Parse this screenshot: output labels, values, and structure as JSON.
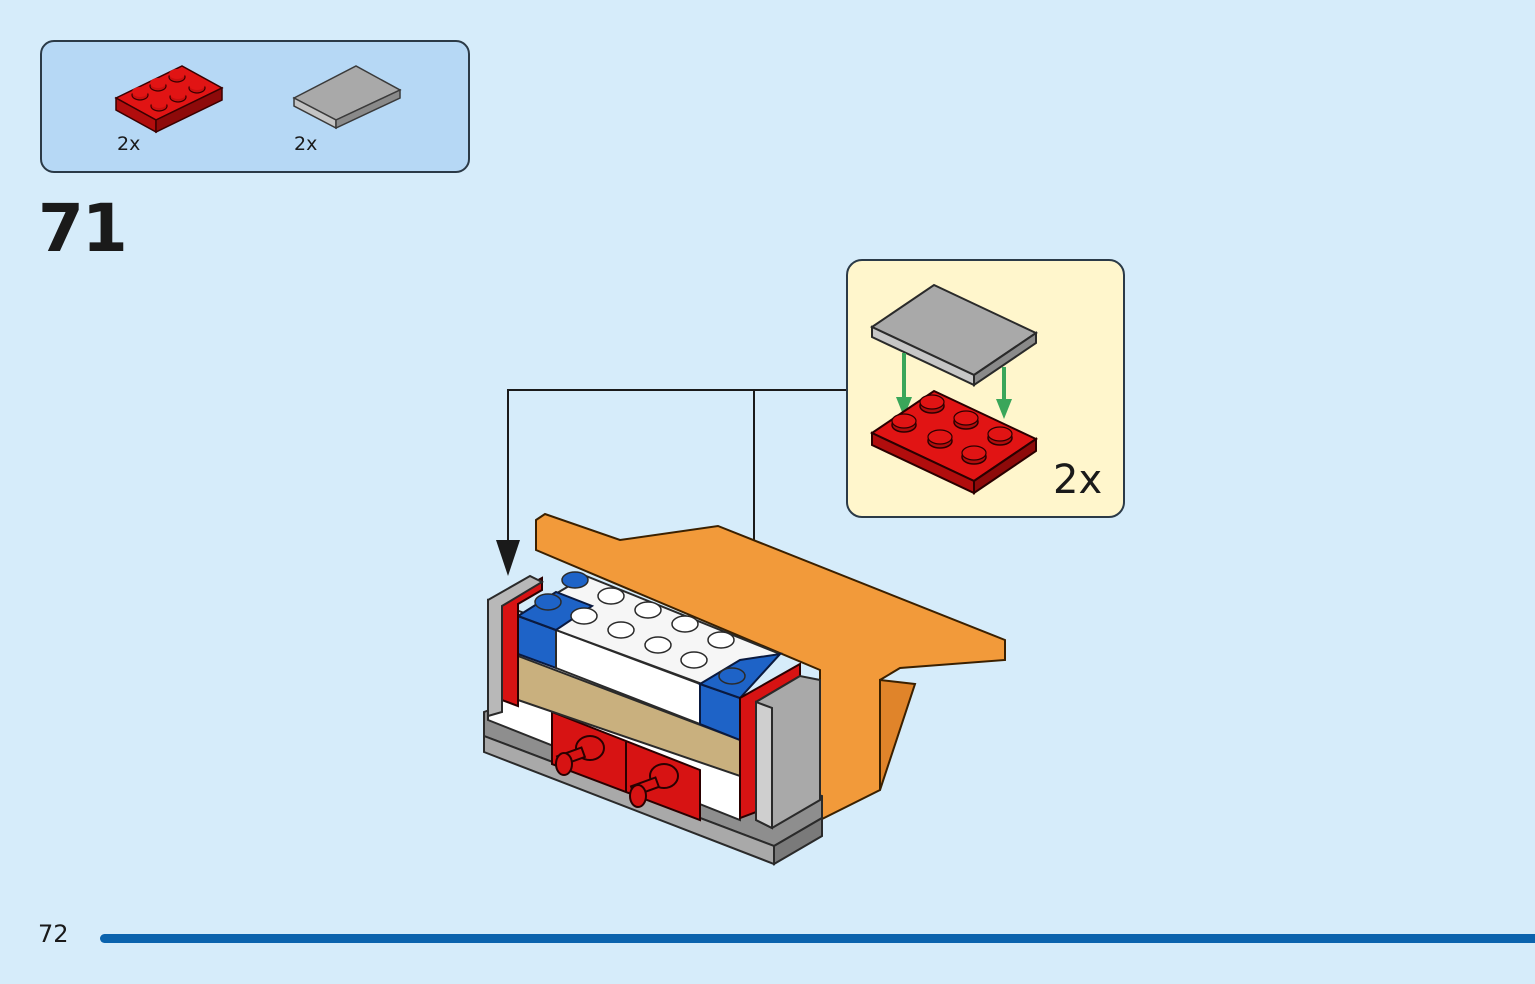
{
  "parts_list": {
    "items": [
      {
        "icon": "red-plate-2x3-icon",
        "quantity": "2x",
        "color": "#e11414"
      },
      {
        "icon": "gray-tile-2x3-icon",
        "quantity": "2x",
        "color": "#a3a3a3"
      }
    ]
  },
  "step": {
    "number": "71"
  },
  "callout": {
    "quantity": "2x",
    "top_piece": "gray-tile-2x3-icon",
    "bottom_piece": "red-plate-2x3-icon",
    "arrow_color": "#3aa65a"
  },
  "footer": {
    "page_number": "72",
    "rule_color": "#0b63ad"
  }
}
